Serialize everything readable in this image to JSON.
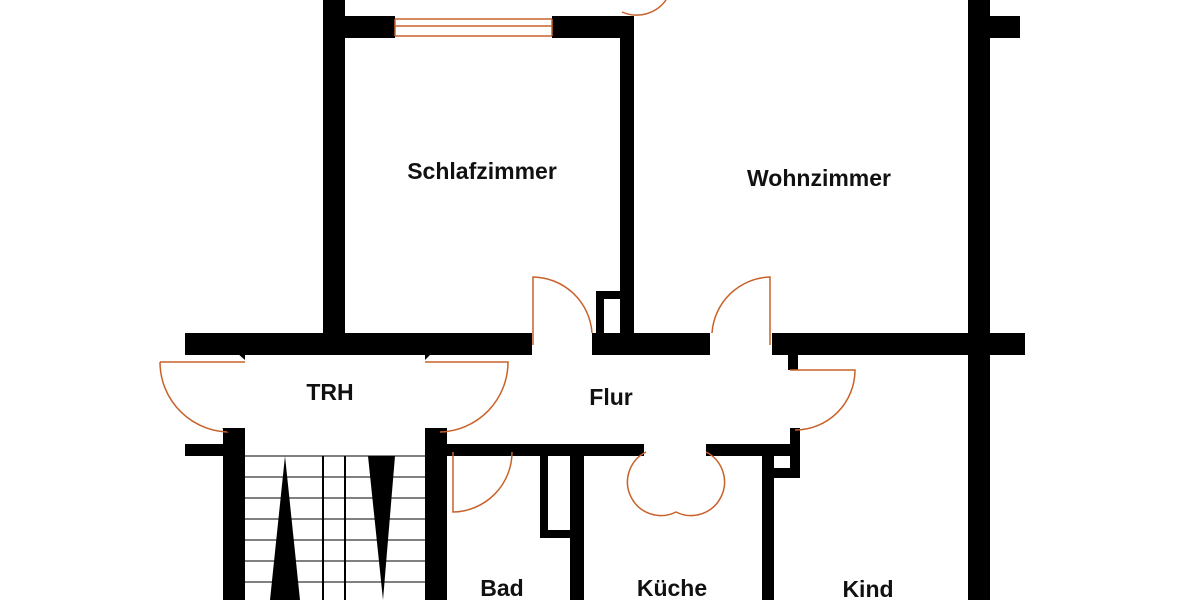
{
  "rooms": {
    "schlafzimmer": "Schlafzimmer",
    "wohnzimmer": "Wohnzimmer",
    "trh": "TRH",
    "flur": "Flur",
    "bad": "Bad",
    "kueche": "Küche",
    "kind": "Kind"
  },
  "colors": {
    "wall": "#000000",
    "door_swing": "#c8622a",
    "window": "#c8622a",
    "background": "#ffffff"
  }
}
